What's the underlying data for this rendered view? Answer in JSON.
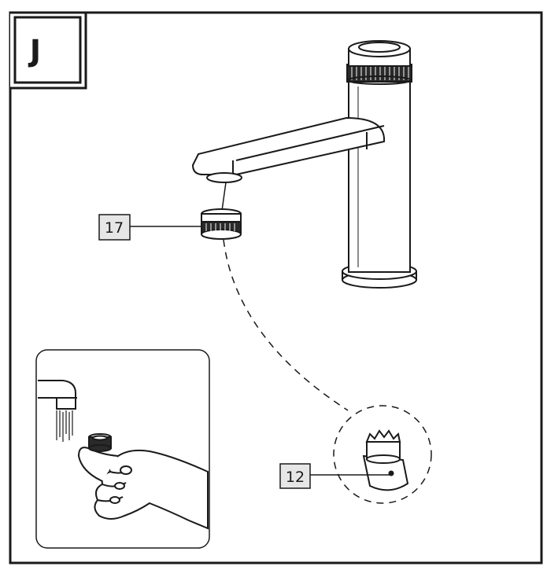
{
  "step": {
    "letter": "J"
  },
  "callouts": [
    {
      "id": "aerator",
      "label": "17"
    },
    {
      "id": "tool",
      "label": "12"
    }
  ],
  "colors": {
    "line": "#1a1a1a",
    "label_fill": "#e6e6e6",
    "background": "#ffffff"
  },
  "icons": [
    "faucet-icon",
    "aerator-icon",
    "aerator-key-icon",
    "hand-icon",
    "water-stream-icon"
  ]
}
